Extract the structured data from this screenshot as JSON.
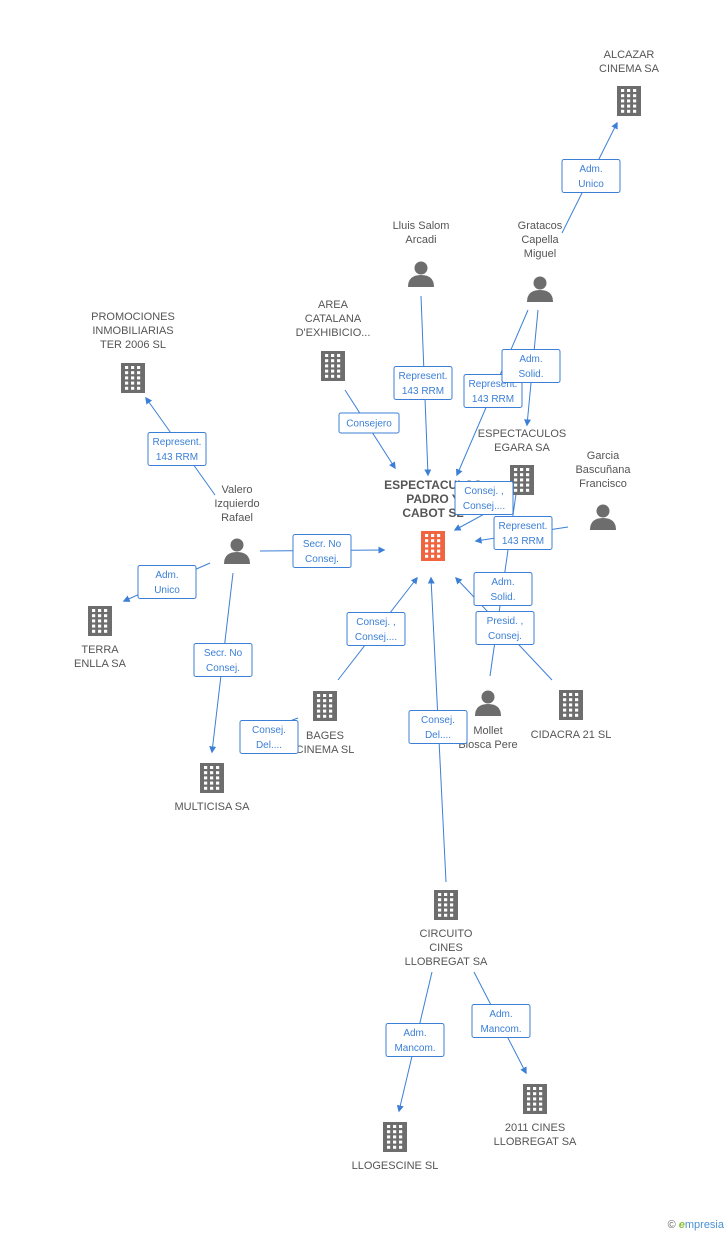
{
  "colors": {
    "edge": "#3b7fd6",
    "building": "#6d6d6d",
    "center": "#f06440",
    "person": "#6d6d6d"
  },
  "nodes": [
    {
      "id": "center",
      "type": "building",
      "center": true,
      "lines": [
        "ESPECTACULOS",
        "PADRO Y",
        "CABOT SL"
      ]
    },
    {
      "id": "alcazar",
      "type": "building",
      "lines": [
        "ALCAZAR",
        "CINEMA SA"
      ]
    },
    {
      "id": "lluis",
      "type": "person",
      "lines": [
        "Lluis Salom",
        "Arcadi"
      ]
    },
    {
      "id": "gratacos",
      "type": "person",
      "lines": [
        "Gratacos",
        "Capella",
        "Miguel"
      ]
    },
    {
      "id": "area",
      "type": "building",
      "lines": [
        "AREA",
        "CATALANA",
        "D'EXHIBICIO..."
      ]
    },
    {
      "id": "promociones",
      "type": "building",
      "lines": [
        "PROMOCIONES",
        "INMOBILIARIAS",
        "TER 2006 SL"
      ]
    },
    {
      "id": "egara",
      "type": "building",
      "lines": [
        "ESPECTACULOS",
        "EGARA SA"
      ]
    },
    {
      "id": "garcia",
      "type": "person",
      "lines": [
        "Garcia",
        "Bascuñana",
        "Francisco"
      ]
    },
    {
      "id": "valero",
      "type": "person",
      "lines": [
        "Valero",
        "Izquierdo",
        "Rafael"
      ]
    },
    {
      "id": "terra",
      "type": "building",
      "lines": [
        "TERRA",
        "ENLLA SA"
      ]
    },
    {
      "id": "multicisa",
      "type": "building",
      "lines": [
        "MULTICISA SA"
      ]
    },
    {
      "id": "bages",
      "type": "building",
      "lines": [
        "BAGES",
        "CINEMA  SL"
      ]
    },
    {
      "id": "mollet",
      "type": "person",
      "lines": [
        "Mollet",
        "Blosca Pere"
      ]
    },
    {
      "id": "cidacra",
      "type": "building",
      "lines": [
        "CIDACRA 21 SL"
      ]
    },
    {
      "id": "circuito",
      "type": "building",
      "lines": [
        "CIRCUITO",
        "CINES",
        "LLOBREGAT SA"
      ]
    },
    {
      "id": "llogescine",
      "type": "building",
      "lines": [
        "LLOGESCINE SL"
      ]
    },
    {
      "id": "cines2011",
      "type": "building",
      "lines": [
        "2011 CINES",
        "LLOBREGAT SA"
      ]
    }
  ],
  "edges": [
    {
      "id": "e1",
      "from": "gratacos",
      "to": "alcazar",
      "label": [
        "Adm.",
        "Unico"
      ]
    },
    {
      "id": "e2",
      "from": "lluis",
      "to": "center",
      "label": [
        "Represent.",
        "143 RRM"
      ]
    },
    {
      "id": "e3",
      "from": "gratacos",
      "to": "center",
      "label": [
        "Represent.",
        "143 RRM"
      ]
    },
    {
      "id": "e4",
      "from": "gratacos",
      "to": "egara",
      "label": [
        "Adm.",
        "Solid."
      ]
    },
    {
      "id": "e5",
      "from": "area",
      "to": "center",
      "label": [
        "Consejero"
      ]
    },
    {
      "id": "e6",
      "from": "valero",
      "to": "promociones",
      "label": [
        "Represent.",
        "143 RRM"
      ]
    },
    {
      "id": "e7",
      "from": "egara",
      "to": "center",
      "label": [
        "Consej. ,",
        "Consej...."
      ]
    },
    {
      "id": "e8",
      "from": "garcia",
      "to": "center",
      "label": [
        "Represent.",
        "143 RRM"
      ]
    },
    {
      "id": "e9",
      "from": "valero",
      "to": "center",
      "label": [
        "Secr.  No",
        "Consej."
      ]
    },
    {
      "id": "e10",
      "from": "valero",
      "to": "terra",
      "label": [
        "Adm.",
        "Unico"
      ]
    },
    {
      "id": "e11",
      "from": "valero",
      "to": "multicisa",
      "label": [
        "Secr.  No",
        "Consej."
      ]
    },
    {
      "id": "e12",
      "from": "bages",
      "to": "center",
      "label": [
        "Consej. ,",
        "Consej...."
      ]
    },
    {
      "id": "e13",
      "from": "mollet",
      "to": "egara",
      "label": [
        "Adm.",
        "Solid."
      ]
    },
    {
      "id": "e14",
      "from": "cidacra",
      "to": "center",
      "label": [
        "Presid. ,",
        "Consej."
      ]
    },
    {
      "id": "e15",
      "from": "bages",
      "to": "multicisa",
      "label": [
        "Consej.",
        "Del...."
      ]
    },
    {
      "id": "e16",
      "from": "circuito",
      "to": "center",
      "label": [
        "Consej.",
        "Del...."
      ]
    },
    {
      "id": "e17",
      "from": "circuito",
      "to": "llogescine",
      "label": [
        "Adm.",
        "Mancom."
      ]
    },
    {
      "id": "e18",
      "from": "circuito",
      "to": "cines2011",
      "label": [
        "Adm.",
        "Mancom."
      ]
    }
  ],
  "brand": {
    "copyright": "©",
    "name_initial": "e",
    "name_rest": "mpresia"
  }
}
